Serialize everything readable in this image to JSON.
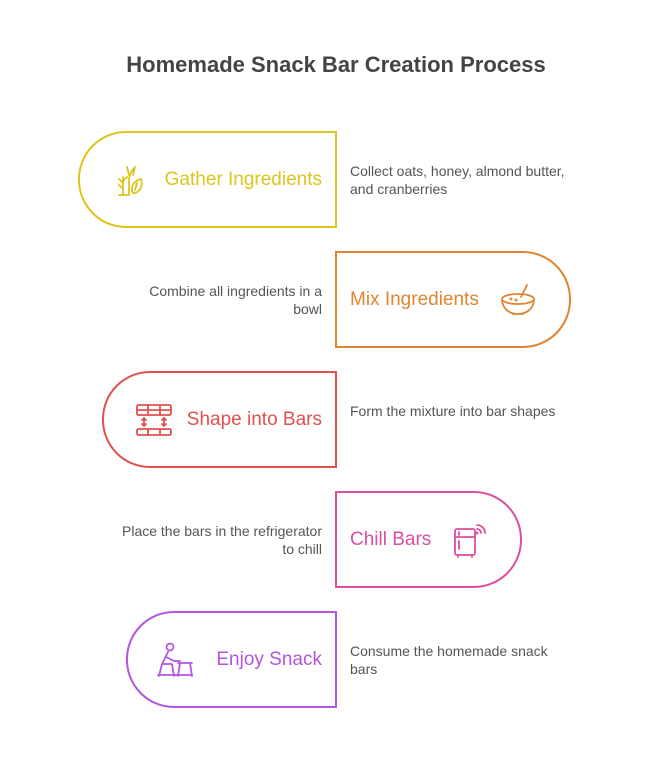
{
  "title": "Homemade Snack Bar Creation Process",
  "colors": {
    "gather": "#dcc51c",
    "mix": "#e0852f",
    "shape": "#e0524f",
    "chill": "#dc4f9e",
    "enjoy": "#b456e0"
  },
  "steps": [
    {
      "label": "Gather Ingredients",
      "description": "Collect oats, honey, almond butter, and cranberries",
      "icon": "wheat-lemon-icon"
    },
    {
      "label": "Mix Ingredients",
      "description": "Combine all ingredients in a bowl",
      "icon": "bowl-spoon-icon"
    },
    {
      "label": "Shape into Bars",
      "description": "Form the mixture into bar shapes",
      "icon": "bar-mold-icon"
    },
    {
      "label": "Chill Bars",
      "description": "Place the bars in the refrigerator to chill",
      "icon": "fridge-icon"
    },
    {
      "label": "Enjoy Snack",
      "description": "Consume the homemade snack bars",
      "icon": "person-at-table-icon"
    }
  ]
}
